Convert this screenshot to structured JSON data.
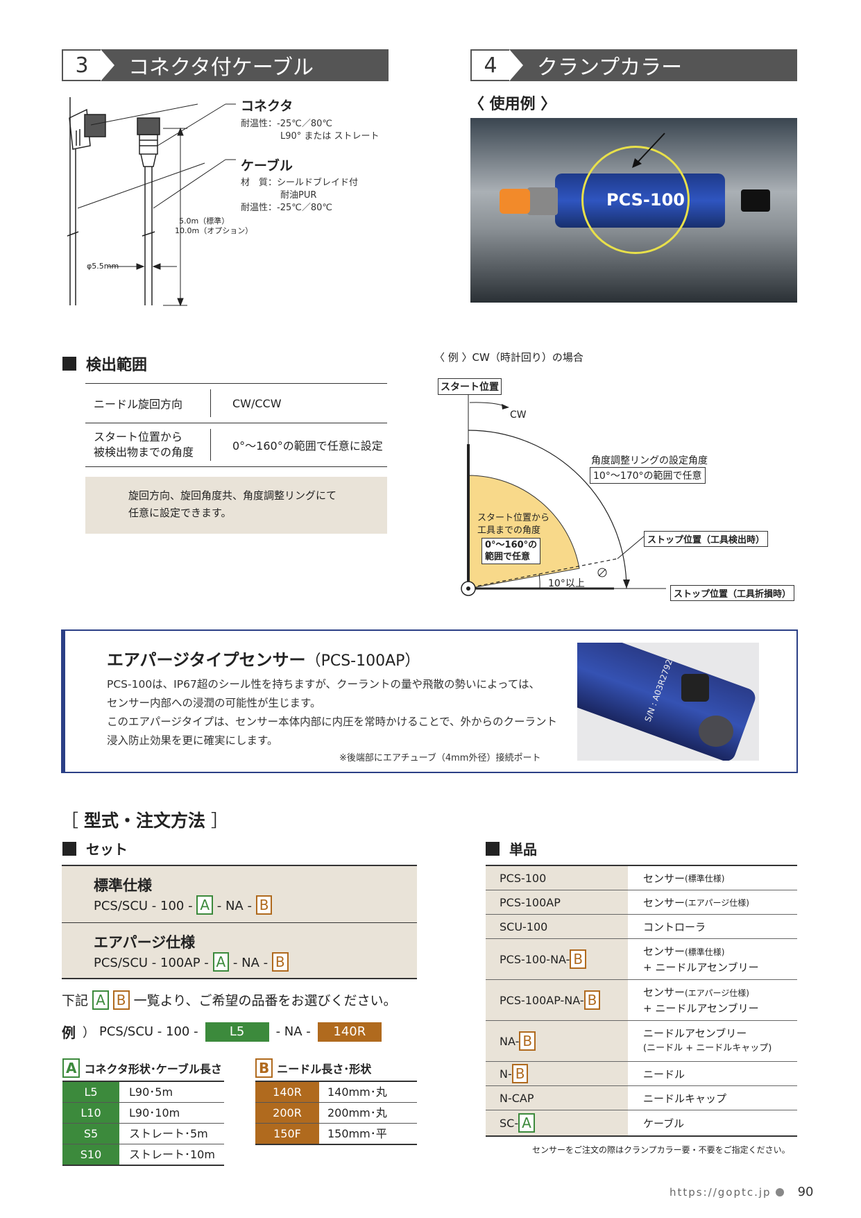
{
  "sec3": {
    "num": "3",
    "title": "コネクタ付ケーブル"
  },
  "sec4": {
    "num": "4",
    "title": "クランプカラー"
  },
  "cable": {
    "connector_label": "コネクタ",
    "connector_temp": "耐温性：-25℃／80℃",
    "connector_type": "L90° または ストレート",
    "cable_label": "ケーブル",
    "cable_material": "材　質：シールドブレイド付",
    "cable_material2": "耐油PUR",
    "cable_temp": "耐温性：-25℃／80℃",
    "len_std": "5.0m（標準）",
    "len_opt": "10.0m（オプション）",
    "dia": "φ5.5mm"
  },
  "usage": {
    "label": "〈 使用例 〉",
    "photo_text": "PCS-100"
  },
  "detect": {
    "title": "検出範囲",
    "rows": [
      {
        "k": "ニードル旋回方向",
        "v": "CW/CCW"
      },
      {
        "k1": "スタート位置から",
        "k2": "被検出物までの角度",
        "v": "0°〜160°の範囲で任意に設定"
      }
    ],
    "note1": "旋回方向、旋回角度共、角度調整リングにて",
    "note2": "任意に設定できます。"
  },
  "diagram": {
    "caption": "〈 例 〉CW（時計回り）の場合",
    "start": "スタート位置",
    "cw": "CW",
    "ring_label": "角度調整リングの設定角度",
    "ring_range": "10°〜170°の範囲で任意",
    "tool_angle1": "スタート位置から",
    "tool_angle2": "工具までの角度",
    "range1": "0°〜160°の",
    "range2": "範囲で任意",
    "stop_detect": "ストップ位置（工具検出時）",
    "ten": "10°以上",
    "stop_break": "ストップ位置（工具折損時）"
  },
  "airpurge": {
    "title": "エアパージタイプセンサー",
    "title_model": "（PCS-100AP）",
    "p1": "PCS-100は、IP67超のシール性を持ちますが、クーラントの量や飛散の勢いによっては、",
    "p2": "センサー内部への浸潤の可能性が生じます。",
    "p3": "このエアパージタイプは、センサー本体内部に内圧を常時かけることで、外からのクーラント",
    "p4": "浸入防止効果を更に確実にします。",
    "note": "※後端部にエアチューブ（4mm外径）接続ポート",
    "photo_text": "S/N : A03R2792"
  },
  "order": {
    "title": "型式・注文方法",
    "bl": "［",
    "br": "］",
    "set": "セット",
    "std_label": "標準仕様",
    "std_code1": "PCS/SCU - 100 -",
    "std_code2": "- NA -",
    "air_label": "エアパージ仕様",
    "air_code1": "PCS/SCU - 100AP -",
    "air_code2": "- NA -",
    "A": "A",
    "B": "B",
    "pick1": "下記",
    "pick2": "一覧より、ご希望の品番をお選びください。",
    "ex_label": "例",
    "ex_paren": "）",
    "ex_code1": "PCS/SCU - 100 -",
    "ex_a": "L5",
    "ex_code2": "- NA -",
    "ex_b": "140R",
    "tableA_title": "コネクタ形状･ケーブル長さ",
    "tableA": [
      {
        "code": "L5",
        "desc": "L90･5m"
      },
      {
        "code": "L10",
        "desc": "L90･10m"
      },
      {
        "code": "S5",
        "desc": "ストレート･5m"
      },
      {
        "code": "S10",
        "desc": "ストレート･10m"
      }
    ],
    "tableB_title": "ニードル長さ･形状",
    "tableB": [
      {
        "code": "140R",
        "desc": "140mm･丸"
      },
      {
        "code": "200R",
        "desc": "200mm･丸"
      },
      {
        "code": "150F",
        "desc": "150mm･平"
      }
    ]
  },
  "single": {
    "title": "単品",
    "rows": [
      {
        "code": "PCS-100",
        "box": "",
        "d1": "センサー",
        "d1s": "(標準仕様)",
        "d2": ""
      },
      {
        "code": "PCS-100AP",
        "box": "",
        "d1": "センサー",
        "d1s": "(エアパージ仕様)",
        "d2": ""
      },
      {
        "code": "SCU-100",
        "box": "",
        "d1": "コントローラ",
        "d1s": "",
        "d2": ""
      },
      {
        "code": "PCS-100-NA-",
        "box": "B",
        "d1": "センサー",
        "d1s": "(標準仕様)",
        "d2": "+ ニードルアセンブリー"
      },
      {
        "code": "PCS-100AP-NA-",
        "box": "B",
        "d1": "センサー",
        "d1s": "(エアパージ仕様)",
        "d2": "+ ニードルアセンブリー"
      },
      {
        "code": "NA-",
        "box": "B",
        "d1": "ニードルアセンブリー",
        "d1s": "",
        "d2": "(ニードル + ニードルキャップ)"
      },
      {
        "code": "N-",
        "box": "B",
        "d1": "ニードル",
        "d1s": "",
        "d2": ""
      },
      {
        "code": "N-CAP",
        "box": "",
        "d1": "ニードルキャップ",
        "d1s": "",
        "d2": ""
      },
      {
        "code": "SC-",
        "box": "A",
        "d1": "ケーブル",
        "d1s": "",
        "d2": ""
      }
    ],
    "note": "センサーをご注文の際はクランプカラー要・不要をご指定ください。"
  },
  "footer": {
    "url": "https://goptc.jp",
    "page": "90"
  },
  "colors": {
    "header": "#555555",
    "beige": "#e9e3d8",
    "green": "#3c8a3c",
    "brown": "#b06a1e",
    "navy": "#2b3f86",
    "yellow": "#f8d98a"
  }
}
